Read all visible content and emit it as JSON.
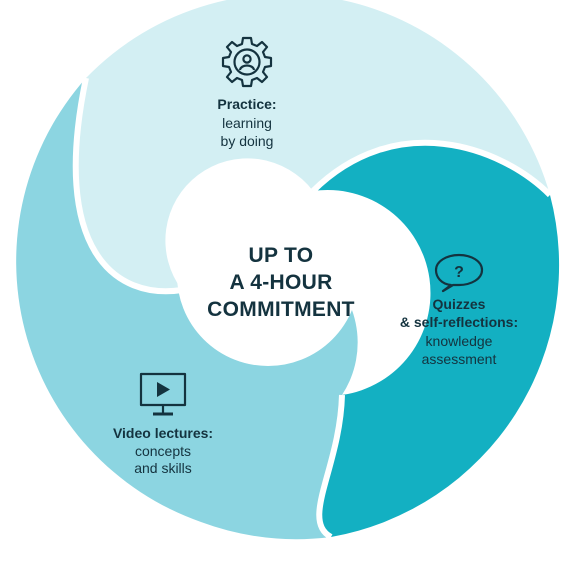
{
  "colors": {
    "light_segment": "#d3eff3",
    "mid_segment": "#8cd5e1",
    "dark_segment": "#13b0c2",
    "center_fill": "#ffffff",
    "text": "#14333f",
    "icon": "#14333f"
  },
  "center": {
    "line1": "UP TO",
    "line2": "A 4-HOUR",
    "line3": "COMMITMENT"
  },
  "segments": {
    "practice": {
      "icon": "gear-person-icon",
      "title": "Practice:",
      "line1": "learning",
      "line2": "by doing"
    },
    "quizzes": {
      "icon": "question-bubble-icon",
      "title1": "Quizzes",
      "title2": "& self-reflections:",
      "line1": "knowledge",
      "line2": "assessment"
    },
    "video": {
      "icon": "video-monitor-icon",
      "title": "Video lectures:",
      "line1": "concepts",
      "line2": "and skills"
    }
  }
}
